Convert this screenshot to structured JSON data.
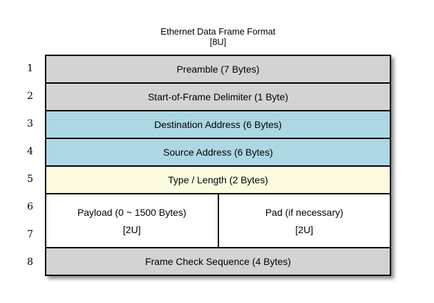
{
  "title": {
    "line1": "Ethernet Data Frame Format",
    "line2": "[8U]"
  },
  "row_numbers": [
    "1",
    "2",
    "3",
    "4",
    "5",
    "6",
    "7",
    "8"
  ],
  "rows": {
    "preamble": "Preamble (7 Bytes)",
    "sfd": "Start-of-Frame Delimiter (1 Byte)",
    "destination": "Destination Address (6 Bytes)",
    "source": "Source Address (6 Bytes)",
    "type_length": "Type / Length (2 Bytes)",
    "payload": {
      "line1": "Payload (0 ~ 1500 Bytes)",
      "line2": "[2U]"
    },
    "pad": {
      "line1": "Pad (if necessary)",
      "line2": "[2U]"
    },
    "fcs": "Frame Check Sequence (4 Bytes)"
  },
  "colors": {
    "row_gray": "#d3d3d3",
    "row_blue": "#aed7e4",
    "row_yellow": "#fdfbdf",
    "row_white": "#ffffff",
    "border": "#000000",
    "page_background": "#ffffff"
  }
}
